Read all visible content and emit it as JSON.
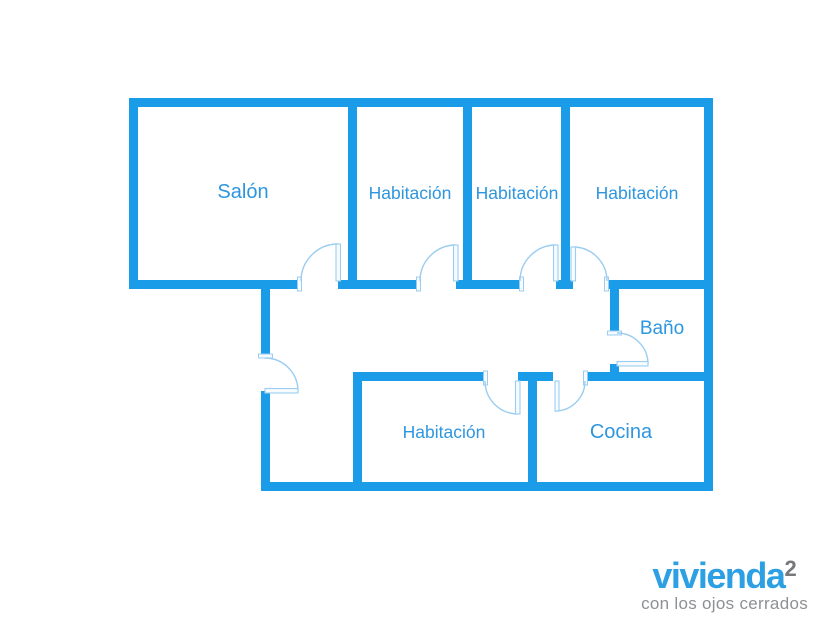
{
  "plan": {
    "rooms": [
      {
        "id": "salon",
        "label": "Salón"
      },
      {
        "id": "habitacion-1",
        "label": "Habitación"
      },
      {
        "id": "habitacion-2",
        "label": "Habitación"
      },
      {
        "id": "habitacion-3",
        "label": "Habitación"
      },
      {
        "id": "bano",
        "label": "Baño"
      },
      {
        "id": "habitacion-4",
        "label": "Habitación"
      },
      {
        "id": "cocina",
        "label": "Cocina"
      }
    ]
  },
  "logo": {
    "brand": "vivienda",
    "superscript": "2",
    "tagline": "con los ojos cerrados"
  },
  "colors": {
    "wall": "#1b9ce8",
    "room_label": "#2e96de",
    "door_line": "#9ccdf0",
    "door_fill": "#f5fbfe",
    "logo_blue": "#2da0e3",
    "logo_sup_gray": "#77787b",
    "tagline_gray": "#8e9093"
  }
}
